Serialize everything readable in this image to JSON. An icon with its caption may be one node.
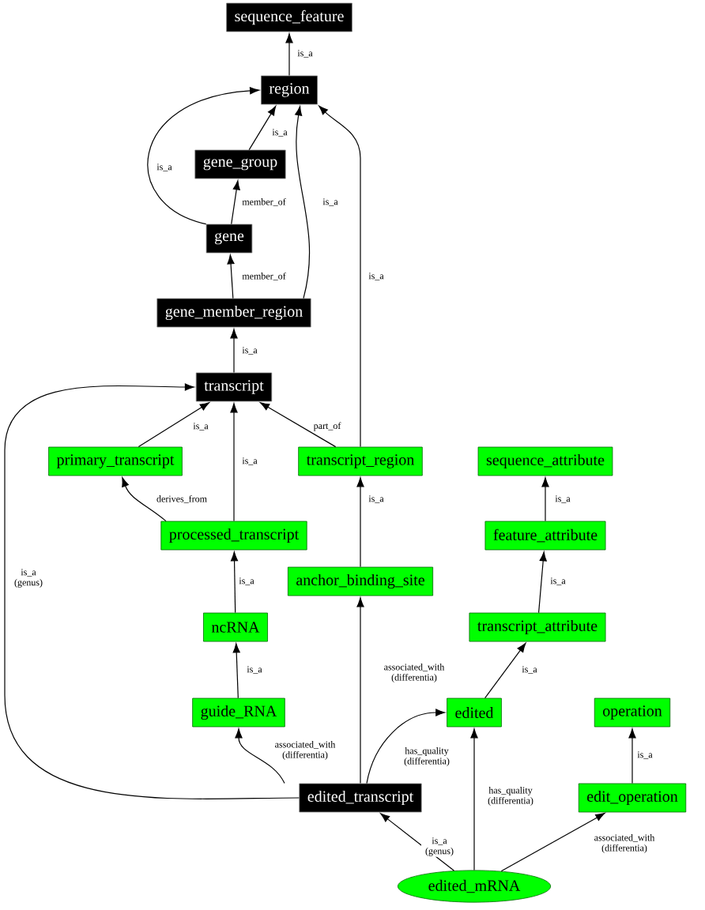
{
  "diagram": {
    "nodes": [
      {
        "text": [
          "sequence_feature"
        ]
      },
      {
        "text": [
          "region"
        ]
      },
      {
        "text": [
          "gene_group"
        ]
      },
      {
        "text": [
          "gene"
        ]
      },
      {
        "text": [
          "gene_member_region"
        ]
      },
      {
        "text": [
          "transcript"
        ]
      },
      {
        "text": [
          "primary_transcript"
        ]
      },
      {
        "text": [
          "transcript_region"
        ]
      },
      {
        "text": [
          "sequence_attribute"
        ]
      },
      {
        "text": [
          "processed_transcript"
        ]
      },
      {
        "text": [
          "feature_attribute"
        ]
      },
      {
        "text": [
          "anchor_binding_site"
        ]
      },
      {
        "text": [
          "ncRNA"
        ]
      },
      {
        "text": [
          "transcript_attribute"
        ]
      },
      {
        "text": [
          "guide_RNA"
        ]
      },
      {
        "text": [
          "edited"
        ]
      },
      {
        "text": [
          "operation"
        ]
      },
      {
        "text": [
          "edited_transcript"
        ]
      },
      {
        "text": [
          "edit_operation"
        ]
      },
      {
        "text": [
          "edited_mRNA"
        ]
      }
    ],
    "edges": [
      {
        "from": 1,
        "to": 0,
        "arrow": "to",
        "label": "is_a"
      },
      {
        "from": 2,
        "to": 1,
        "arrow": "to",
        "label": "is_a"
      },
      {
        "from": 3,
        "to": 1,
        "arrow": "to",
        "label": "is_a"
      },
      {
        "from": 3,
        "to": 2,
        "arrow": "to",
        "label": "member_of"
      },
      {
        "from": 4,
        "to": 3,
        "arrow": "to",
        "label": "member_of"
      },
      {
        "from": 4,
        "to": 1,
        "arrow": "to",
        "label": "is_a"
      },
      {
        "from": 7,
        "to": 1,
        "arrow": "to",
        "label": "is_a"
      },
      {
        "from": 5,
        "to": 4,
        "arrow": "to",
        "label": "is_a"
      },
      {
        "from": 6,
        "to": 5,
        "arrow": "to",
        "label": "is_a"
      },
      {
        "from": 9,
        "to": 5,
        "arrow": "to",
        "label": "is_a"
      },
      {
        "from": 7,
        "to": 5,
        "arrow": "to",
        "label": "part_of"
      },
      {
        "from": 9,
        "to": 6,
        "arrow": "to",
        "label": "derives_from"
      },
      {
        "from": 11,
        "to": 7,
        "arrow": "to",
        "label": "is_a"
      },
      {
        "from": 10,
        "to": 8,
        "arrow": "to",
        "label": "is_a"
      },
      {
        "from": 12,
        "to": 9,
        "arrow": "to",
        "label": "is_a"
      },
      {
        "from": 13,
        "to": 10,
        "arrow": "to",
        "label": "is_a"
      },
      {
        "from": 14,
        "to": 12,
        "arrow": "to",
        "label": "is_a"
      },
      {
        "from": 15,
        "to": 13,
        "arrow": "to",
        "label": "is_a"
      },
      {
        "from": 18,
        "to": 16,
        "arrow": "to",
        "label": "is_a"
      },
      {
        "from": 17,
        "to": 5,
        "arrow": "to",
        "label": "is_a (genus)"
      },
      {
        "from": 17,
        "to": 14,
        "arrow": "to",
        "label": "associated_with (differentia)"
      },
      {
        "from": 17,
        "to": 11,
        "arrow": "to",
        "label": "associated_with (differentia)"
      },
      {
        "from": 17,
        "to": 15,
        "arrow": "to",
        "label": "has_quality (differentia)"
      },
      {
        "from": 19,
        "to": 17,
        "arrow": "to",
        "label": "is_a (genus)"
      },
      {
        "from": 19,
        "to": 15,
        "arrow": "to",
        "label": "has_quality (differentia)"
      },
      {
        "from": 19,
        "to": 18,
        "arrow": "to",
        "label": "associated_with (differentia)"
      }
    ]
  }
}
